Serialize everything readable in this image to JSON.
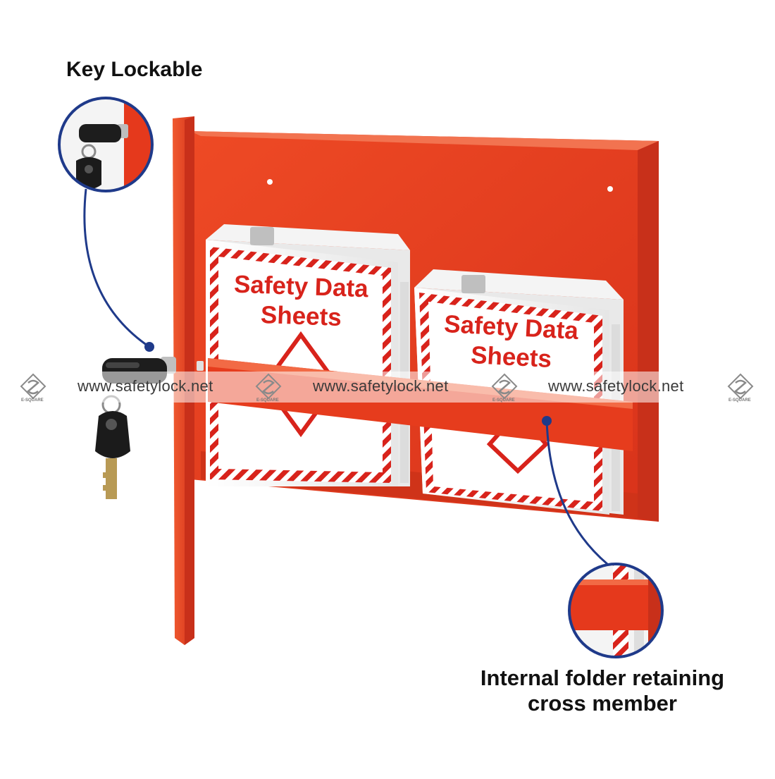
{
  "callouts": {
    "key_lockable": "Key Lockable",
    "internal_line1": "Internal folder retaining",
    "internal_line2": "cross member"
  },
  "binders": {
    "left": {
      "line1": "Safety Data",
      "line2": "Sheets"
    },
    "right": {
      "line1": "Safety Data",
      "line2": "Sheets"
    }
  },
  "watermark": {
    "url": "www.safetylock.net",
    "logo_label": "E-SQUARE"
  },
  "colors": {
    "cabinet": "#e5391c",
    "cabinet_dark": "#c92a12",
    "sds_red": "#d8231b",
    "callout_line": "#1f3a8a"
  },
  "icons": [
    "key-icon",
    "lock-cylinder-icon",
    "e-square-logo-icon"
  ]
}
